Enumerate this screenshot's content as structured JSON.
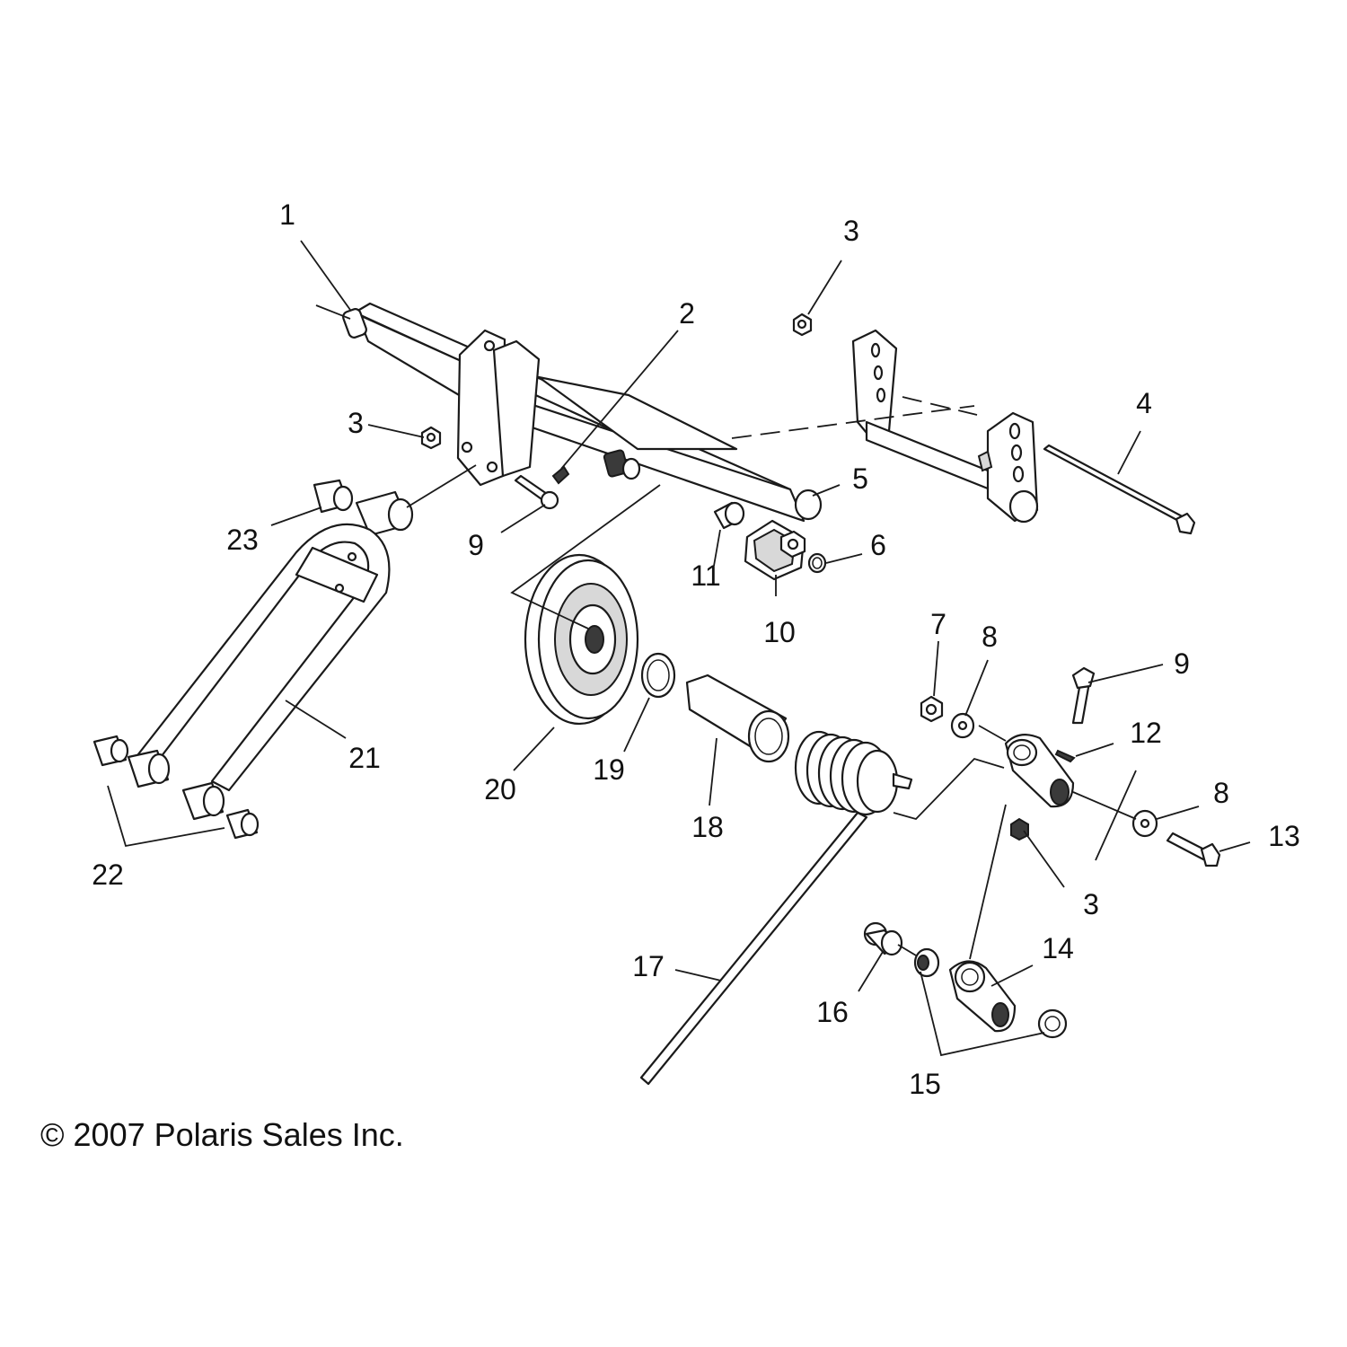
{
  "callouts": [
    "1",
    "2",
    "3",
    "3",
    "4",
    "5",
    "6",
    "9",
    "10",
    "11",
    "23",
    "7",
    "8",
    "9",
    "12",
    "8",
    "13",
    "3",
    "21",
    "22",
    "20",
    "19",
    "18",
    "17",
    "16",
    "14",
    "15"
  ],
  "copyright": "© 2007 Polaris Sales Inc."
}
